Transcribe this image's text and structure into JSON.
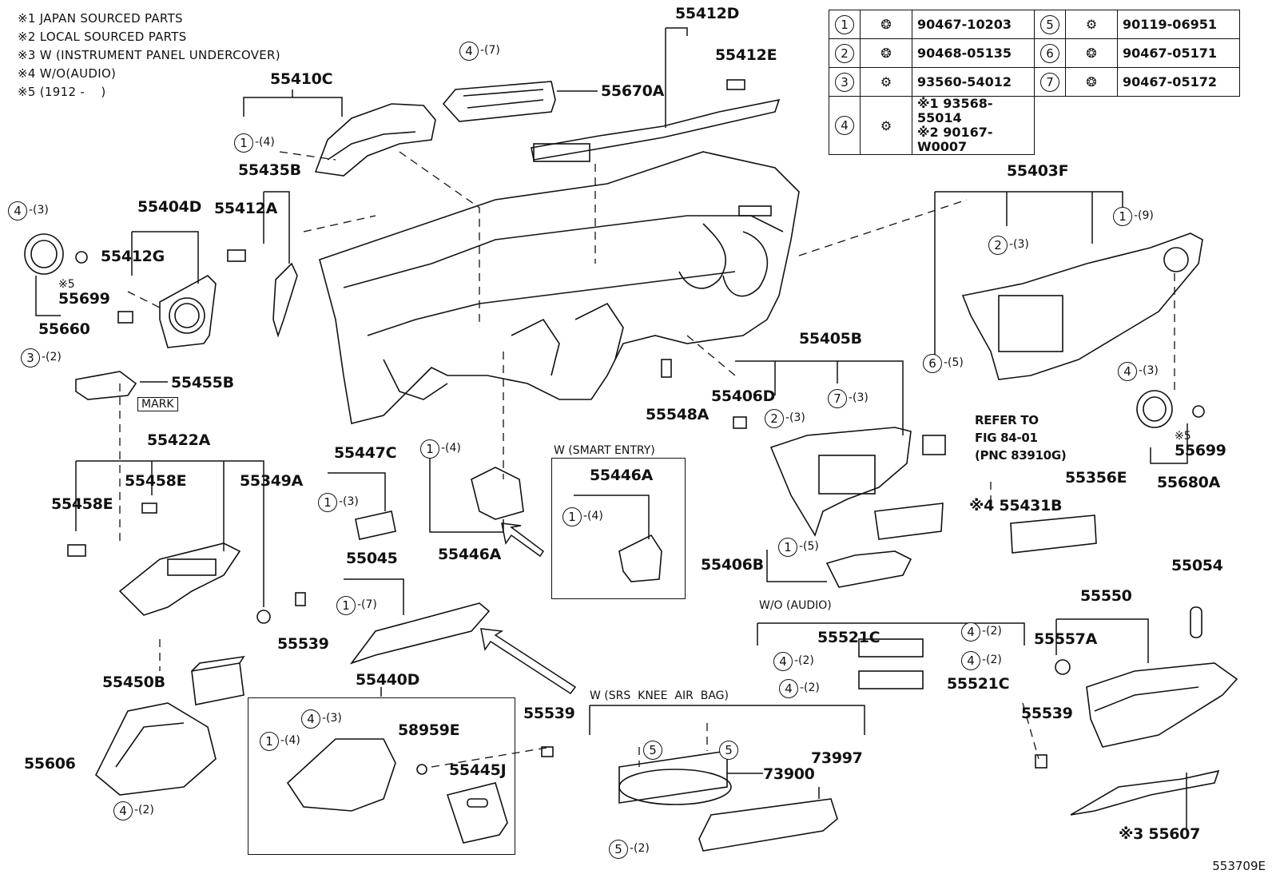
{
  "notes": [
    "※1 JAPAN SOURCED PARTS",
    "※2 LOCAL SOURCED PARTS",
    "※3 W (INSTRUMENT PANEL UNDERCOVER)",
    "※4 W/O(AUDIO)",
    "※5 (1912 -    )"
  ],
  "legend": [
    {
      "num": "1",
      "part": "90467-10203",
      "num2": "5",
      "part2": "90119-06951"
    },
    {
      "num": "2",
      "part": "90468-05135",
      "num2": "6",
      "part2": "90467-05171"
    },
    {
      "num": "3",
      "part": "93560-54012",
      "num2": "7",
      "part2": "90467-05172"
    },
    {
      "num": "4",
      "part_a": "※1 93568-55014",
      "part_b": "※2 90167-W0007"
    }
  ],
  "labels": {
    "p55412D": "55412D",
    "p55412E": "55412E",
    "p55670A": "55670A",
    "p55410C": "55410C",
    "p55435B": "55435B",
    "p55412A": "55412A",
    "p55404D": "55404D",
    "p55412G": "55412G",
    "p55699a": "55699",
    "p55660": "55660",
    "p55455B": "55455B",
    "p55422A": "55422A",
    "p55458E_a": "55458E",
    "p55458E_b": "55458E",
    "p55349A": "55349A",
    "p55447C": "55447C",
    "p55045": "55045",
    "p55446A_a": "55446A",
    "p55446A_b": "55446A",
    "p55539_a": "55539",
    "p55450B": "55450B",
    "p55606": "55606",
    "p55440D": "55440D",
    "p58959E": "58959E",
    "p55445J": "55445J",
    "p55539_b": "55539",
    "p55548A": "55548A",
    "p55403F": "55403F",
    "p55405B": "55405B",
    "p55406D": "55406D",
    "p55431B": "※4 55431B",
    "p55356E": "55356E",
    "p55406B": "55406B",
    "p55699b": "55699",
    "p55680A": "55680A",
    "p55054": "55054",
    "p55550": "55550",
    "p55557A": "55557A",
    "p55539_c": "55539",
    "p55521C_a": "55521C",
    "p55521C_b": "55521C",
    "p73900": "73900",
    "p73997": "73997",
    "p55607": "※3 55607"
  },
  "captions": {
    "smart_entry": "W (SMART ENTRY)",
    "wo_audio": "W/O (AUDIO)",
    "knee_airbag": "W (SRS  KNEE  AIR  BAG)",
    "refer": "REFER TO",
    "refer_fig": "FIG 84-01",
    "refer_pnc": "(PNC 83910G)",
    "mark": "MARK",
    "star5": "※5",
    "illustration_no": "553709E"
  },
  "callouts": [
    {
      "n": "4",
      "q": "-(7)"
    },
    {
      "n": "1",
      "q": "-(4)"
    },
    {
      "n": "4",
      "q": "-(3)"
    },
    {
      "n": "3",
      "q": "-(2)"
    },
    {
      "n": "1",
      "q": "-(3)"
    },
    {
      "n": "1",
      "q": "-(4)"
    },
    {
      "n": "1",
      "q": "-(4)"
    },
    {
      "n": "1",
      "q": "-(7)"
    },
    {
      "n": "4",
      "q": "-(3)"
    },
    {
      "n": "1",
      "q": "-(4)"
    },
    {
      "n": "4",
      "q": "-(2)"
    },
    {
      "n": "1",
      "q": "-(9)"
    },
    {
      "n": "2",
      "q": "-(3)"
    },
    {
      "n": "6",
      "q": "-(5)"
    },
    {
      "n": "2",
      "q": "-(3)"
    },
    {
      "n": "7",
      "q": "-(3)"
    },
    {
      "n": "1",
      "q": "-(5)"
    },
    {
      "n": "4",
      "q": "-(3)"
    },
    {
      "n": "4",
      "q": "-(2)"
    },
    {
      "n": "4",
      "q": "-(2)"
    },
    {
      "n": "4",
      "q": "-(2)"
    },
    {
      "n": "4",
      "q": "-(2)"
    },
    {
      "n": "5",
      "q": ""
    },
    {
      "n": "5",
      "q": ""
    },
    {
      "n": "5",
      "q": "-(2)"
    }
  ]
}
